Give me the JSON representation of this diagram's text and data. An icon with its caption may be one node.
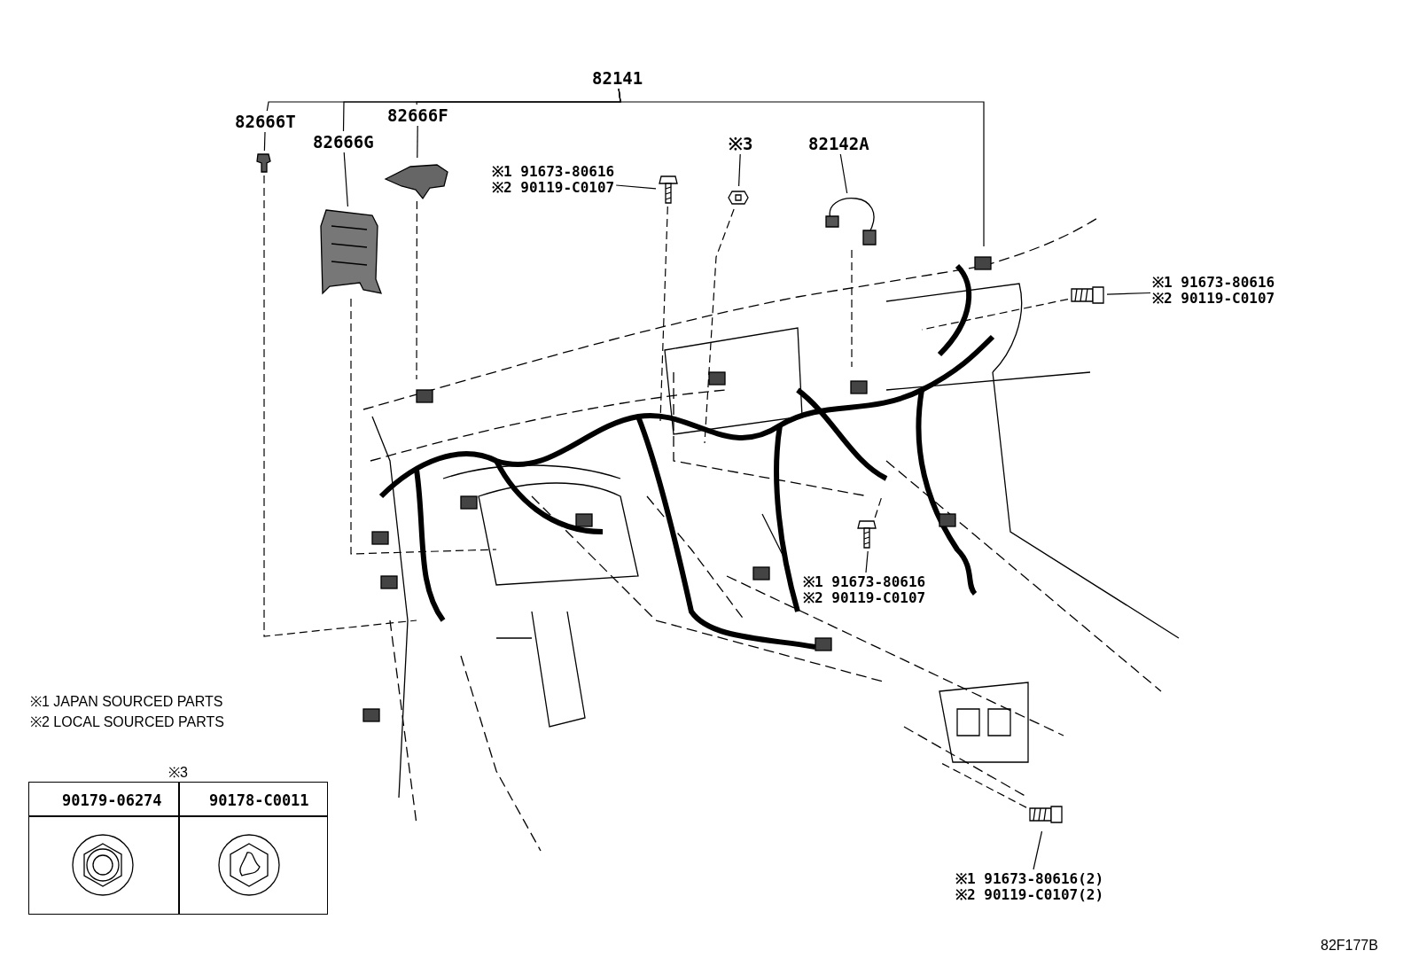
{
  "diagram": {
    "nodes": [
      {
        "text": [
          "82141"
        ]
      },
      {
        "text": [
          "82666T"
        ]
      },
      {
        "text": [
          "82666G"
        ]
      },
      {
        "text": [
          "82666F"
        ]
      },
      {
        "text": [
          "※1 91673-80616",
          "※2 90119-C0107"
        ]
      },
      {
        "text": [
          "※3"
        ]
      },
      {
        "text": [
          "82142A"
        ]
      },
      {
        "text": [
          "※1 91673-80616",
          "※2 90119-C0107"
        ]
      },
      {
        "text": [
          "※1 91673-80616",
          "※2 90119-C0107"
        ]
      },
      {
        "text": [
          "※1 91673-80616(2)",
          "※2 90119-C0107(2)"
        ]
      },
      {
        "text": [],
        "shape": "picture"
      },
      {
        "text": [],
        "shape": "picture"
      },
      {
        "text": [],
        "shape": "picture"
      },
      {
        "text": [],
        "shape": "picture"
      },
      {
        "text": [],
        "shape": "picture"
      },
      {
        "text": [],
        "shape": "picture"
      },
      {
        "text": [],
        "shape": "picture"
      },
      {
        "text": [],
        "shape": "picture"
      },
      {
        "text": [],
        "shape": "picture"
      }
    ],
    "edges": [
      {
        "from": 0,
        "to": 1,
        "arrow": "none"
      },
      {
        "from": 0,
        "to": 2,
        "arrow": "none"
      },
      {
        "from": 0,
        "to": 3,
        "arrow": "none"
      },
      {
        "from": 0,
        "to": null,
        "arrow": "none"
      },
      {
        "from": 1,
        "to": 10,
        "arrow": "none"
      },
      {
        "from": 2,
        "to": 11,
        "arrow": "none"
      },
      {
        "from": 3,
        "to": 12,
        "arrow": "none"
      },
      {
        "from": 4,
        "to": 13,
        "arrow": "none"
      },
      {
        "from": 5,
        "to": 14,
        "arrow": "none"
      },
      {
        "from": 6,
        "to": 15,
        "arrow": "none"
      },
      {
        "from": 7,
        "to": 16,
        "arrow": "none"
      },
      {
        "from": 8,
        "to": 17,
        "arrow": "none"
      },
      {
        "from": 9,
        "to": 18,
        "arrow": "none"
      },
      {
        "from": 10,
        "to": null,
        "arrow": "none",
        "style": "dashed"
      },
      {
        "from": 11,
        "to": null,
        "arrow": "none",
        "style": "dashed"
      },
      {
        "from": 12,
        "to": null,
        "arrow": "none",
        "style": "dashed"
      },
      {
        "from": 13,
        "to": null,
        "arrow": "none",
        "style": "dashed"
      },
      {
        "from": 14,
        "to": null,
        "arrow": "none",
        "style": "dashed"
      },
      {
        "from": 15,
        "to": null,
        "arrow": "none",
        "style": "dashed"
      },
      {
        "from": 16,
        "to": null,
        "arrow": "none",
        "style": "dashed"
      },
      {
        "from": 17,
        "to": null,
        "arrow": "none",
        "style": "dashed"
      },
      {
        "from": 18,
        "to": null,
        "arrow": "none",
        "style": "dashed"
      }
    ],
    "labels": [
      "※1 JAPAN SOURCED PARTS",
      "※2 LOCAL SOURCED PARTS",
      "※3",
      "90179-06274",
      "90178-C0011",
      "82F177B"
    ]
  }
}
